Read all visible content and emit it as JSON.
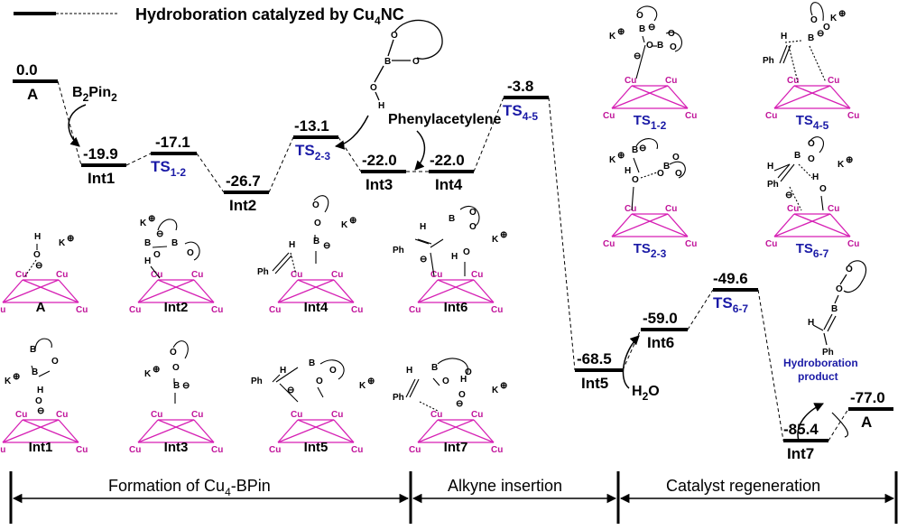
{
  "title": "Hydroboration catalyzed by Cu",
  "title_sub": "4",
  "title_tail": "NC",
  "levels": [
    {
      "id": "A",
      "energy": "0.0",
      "label": "A",
      "sub": "",
      "ts": false
    },
    {
      "id": "Int1",
      "energy": "-19.9",
      "label": "Int1",
      "sub": "",
      "ts": false
    },
    {
      "id": "TS12",
      "energy": "-17.1",
      "label": "TS",
      "sub": "1-2",
      "ts": true
    },
    {
      "id": "Int2",
      "energy": "-26.7",
      "label": "Int2",
      "sub": "",
      "ts": false
    },
    {
      "id": "TS23",
      "energy": "-13.1",
      "label": "TS",
      "sub": "2-3",
      "ts": true
    },
    {
      "id": "Int3",
      "energy": "-22.0",
      "label": "Int3",
      "sub": "",
      "ts": false
    },
    {
      "id": "Int4",
      "energy": "-22.0",
      "label": "Int4",
      "sub": "",
      "ts": false
    },
    {
      "id": "TS45",
      "energy": "-3.8",
      "label": "TS",
      "sub": "4-5",
      "ts": true
    },
    {
      "id": "Int5",
      "energy": "-68.5",
      "label": "Int5",
      "sub": "",
      "ts": false
    },
    {
      "id": "Int6",
      "energy": "-59.0",
      "label": "Int6",
      "sub": "",
      "ts": false
    },
    {
      "id": "TS67",
      "energy": "-49.6",
      "label": "TS",
      "sub": "6-7",
      "ts": true
    },
    {
      "id": "Int7",
      "energy": "-85.4",
      "label": "Int7",
      "sub": "",
      "ts": false
    },
    {
      "id": "Aend",
      "energy": "-77.0",
      "label": "A",
      "sub": "",
      "ts": false
    }
  ],
  "reagents": {
    "b2pin2": "B",
    "b2pin2_sub1": "2",
    "b2pin2_tail": "Pin",
    "b2pin2_sub2": "2",
    "phenylacetylene": "Phenylacetylene",
    "water": "H",
    "water_sub": "2",
    "water_tail": "O",
    "product_line1": "Hydroboration",
    "product_line2": "product"
  },
  "structures": {
    "labels": [
      "A",
      "Int1",
      "Int2",
      "Int3",
      "Int4",
      "Int5",
      "Int6",
      "Int7"
    ],
    "ts_labels": [
      {
        "text": "TS",
        "sub": "1-2"
      },
      {
        "text": "TS",
        "sub": "2-3"
      },
      {
        "text": "TS",
        "sub": "4-5"
      },
      {
        "text": "TS",
        "sub": "6-7"
      }
    ],
    "cu": "Cu",
    "k": "K",
    "o": "O",
    "b": "B",
    "h": "H",
    "ph": "Ph",
    "minus": "⊖",
    "plus": "⊕"
  },
  "phases": [
    {
      "text": "Formation of Cu",
      "sub": "4",
      "tail": "-BPin"
    },
    {
      "text": "Alkyne insertion",
      "sub": "",
      "tail": ""
    },
    {
      "text": "Catalyst regeneration",
      "sub": "",
      "tail": ""
    }
  ],
  "colors": {
    "cu_cluster": "#d61fb4",
    "ts_label": "#1a1aa6",
    "line": "#000000"
  }
}
